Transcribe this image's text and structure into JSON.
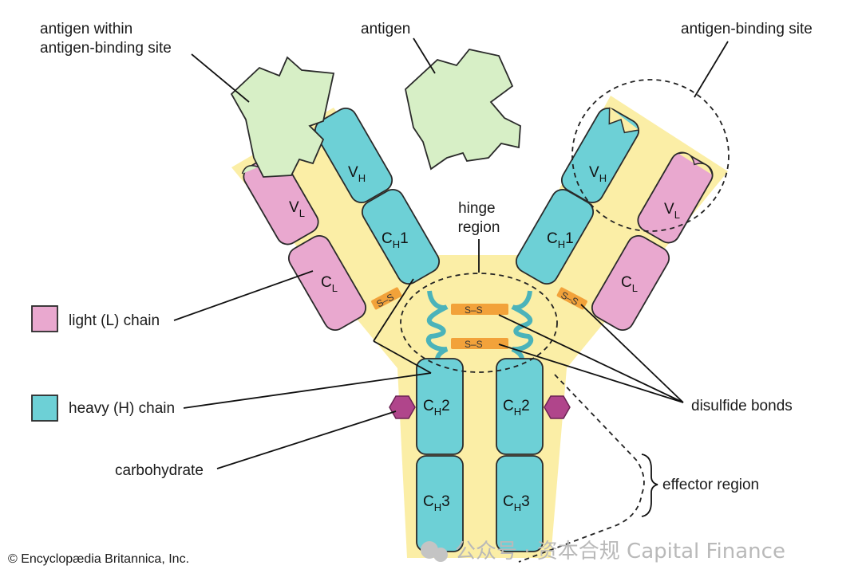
{
  "labels": {
    "antigen_within": [
      "antigen within",
      "antigen-binding site"
    ],
    "antigen": "antigen",
    "antigen_binding_site": "antigen-binding site",
    "hinge_region": [
      "hinge",
      "region"
    ],
    "light_chain": "light (L) chain",
    "heavy_chain": "heavy (H) chain",
    "carbohydrate": "carbohydrate",
    "disulfide_bonds": "disulfide bonds",
    "effector_region": "effector region"
  },
  "segments": {
    "vl": {
      "main": "V",
      "sub": "L"
    },
    "cl": {
      "main": "C",
      "sub": "L"
    },
    "vh": {
      "main": "V",
      "sub": "H"
    },
    "ch1": {
      "main": "C",
      "sub": "H",
      "suffix": "1"
    },
    "ch2": {
      "main": "C",
      "sub": "H",
      "suffix": "2"
    },
    "ch3": {
      "main": "C",
      "sub": "H",
      "suffix": "3"
    }
  },
  "bond_text": "S–S",
  "copyright": "© Encyclopædia Britannica, Inc.",
  "watermark": "公众号 · 资本合规 Capital Finance",
  "colors": {
    "light_chain": "#e9a8cf",
    "heavy_chain": "#6dd0d6",
    "antigen": "#d7efc6",
    "background_region": "#fbeea6",
    "disulfide": "#f2a23a",
    "carbohydrate": "#b0458b"
  }
}
